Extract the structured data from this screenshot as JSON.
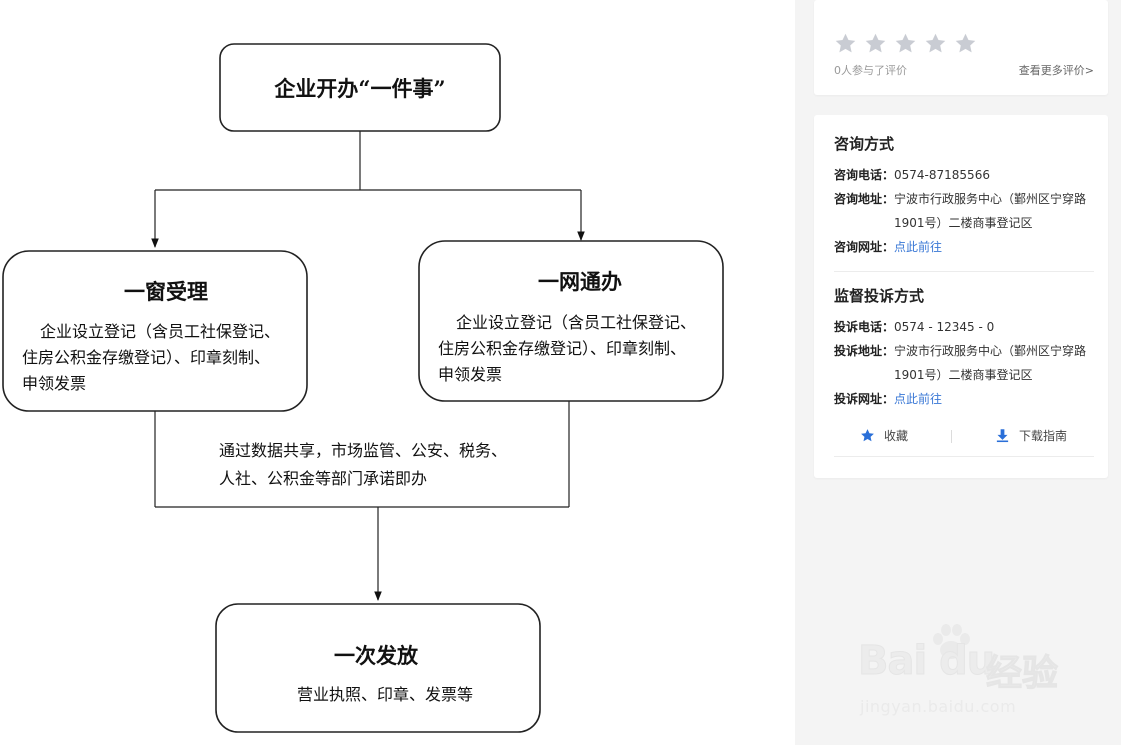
{
  "flowchart": {
    "top": {
      "title": "企业开办“一件事”"
    },
    "left": {
      "title": "一窗受理",
      "lines": [
        "企业设立登记（含员工社保登记、",
        "住房公积金存缴登记）、印章刻制、",
        "申领发票"
      ]
    },
    "right": {
      "title": "一网通办",
      "lines": [
        "企业设立登记（含员工社保登记、",
        "住房公积金存缴登记）、印章刻制、",
        "申领发票"
      ]
    },
    "connector": {
      "lines": [
        "通过数据共享，市场监管、公安、税务、",
        "人社、公积金等部门承诺即办"
      ]
    },
    "bottom": {
      "title": "一次发放",
      "line": "营业执照、印章、发票等"
    }
  },
  "sidebar": {
    "rating": {
      "stars_total": 5,
      "stars_filled": 0,
      "count_text": "0人参与了评价",
      "more_link": "查看更多评价>",
      "star_color": "#c9ccd3"
    },
    "contact": {
      "title": "咨询方式",
      "phone_label": "咨询电话：",
      "phone": "0574-87185566",
      "address_label": "咨询地址：",
      "address": "宁波市行政服务中心（鄞州区宁穿路1901号）二楼商事登记区",
      "web_label": "咨询网址：",
      "web_link": "点此前往"
    },
    "complaint": {
      "title": "监督投诉方式",
      "phone_label": "投诉电话：",
      "phone": "0574 - 12345 - 0",
      "address_label": "投诉地址：",
      "address": "宁波市行政服务中心（鄞州区宁穿路1901号）二楼商事登记区",
      "web_label": "投诉网址：",
      "web_link": "点此前往"
    },
    "actions": {
      "favorite": {
        "label": "收藏",
        "icon": "star-icon"
      },
      "download": {
        "label": "下载指南",
        "icon": "download-icon"
      },
      "accent": "#2a6fd8"
    }
  },
  "watermark": {
    "brand": "Bai du",
    "cn": "经验",
    "url": "jingyan.baidu.com"
  }
}
